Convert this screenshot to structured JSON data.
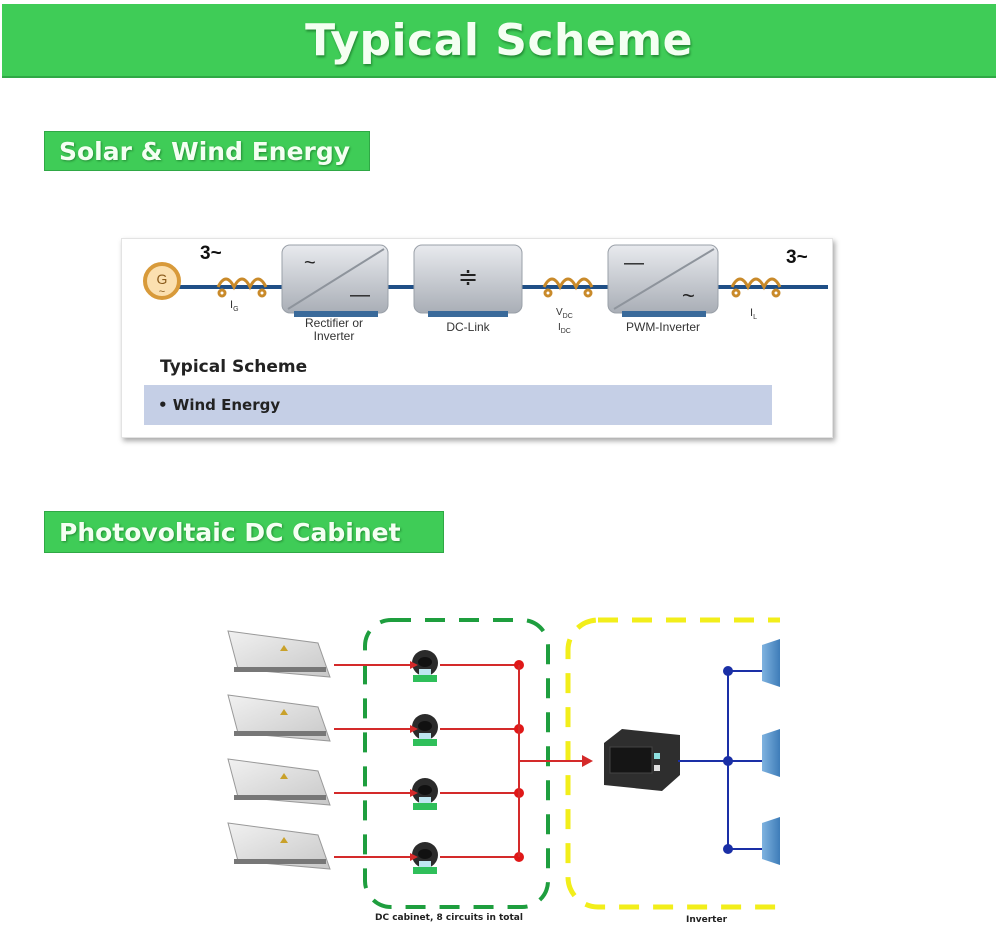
{
  "header": {
    "title": "Typical Scheme"
  },
  "sections": [
    {
      "heading": "Solar & Wind Energy"
    },
    {
      "heading": "Photovoltaic DC Cabinet"
    }
  ],
  "wind_scheme": {
    "phase_left": "3~",
    "phase_right": "3~",
    "generator_symbol": "G",
    "blocks": [
      {
        "label_line1": "Rectifier or",
        "label_line2": "Inverter",
        "symbol_top": "~",
        "symbol_bottom": "—"
      },
      {
        "label_line1": "DC-Link",
        "label_line2": "",
        "symbol": "≑"
      },
      {
        "label_line1": "PWM-Inverter",
        "label_line2": "",
        "symbol_top": "—",
        "symbol_bottom": "~"
      }
    ],
    "sensors": [
      {
        "label": "I",
        "sub": "G"
      },
      {
        "label": "V",
        "sub": "DC",
        "label2": "I",
        "sub2": "DC"
      },
      {
        "label": "I",
        "sub": "L"
      }
    ],
    "card_title": "Typical Scheme",
    "card_item": "• Wind Energy",
    "colors": {
      "line": "#1f4f86",
      "coil": "#c98a2a",
      "bar": "#c5cfe6"
    }
  },
  "pv_cabinet": {
    "string_count": 4,
    "cabinet_caption": "DC cabinet, 8 circuits in total",
    "inverter_caption": "Inverter",
    "colors": {
      "dc_box": "#1e9e3e",
      "inverter_box": "#f2ee1a",
      "dc_wire": "#d42a2a",
      "ac_wire": "#1a2fa6",
      "panel": "#4f8fcf"
    }
  }
}
